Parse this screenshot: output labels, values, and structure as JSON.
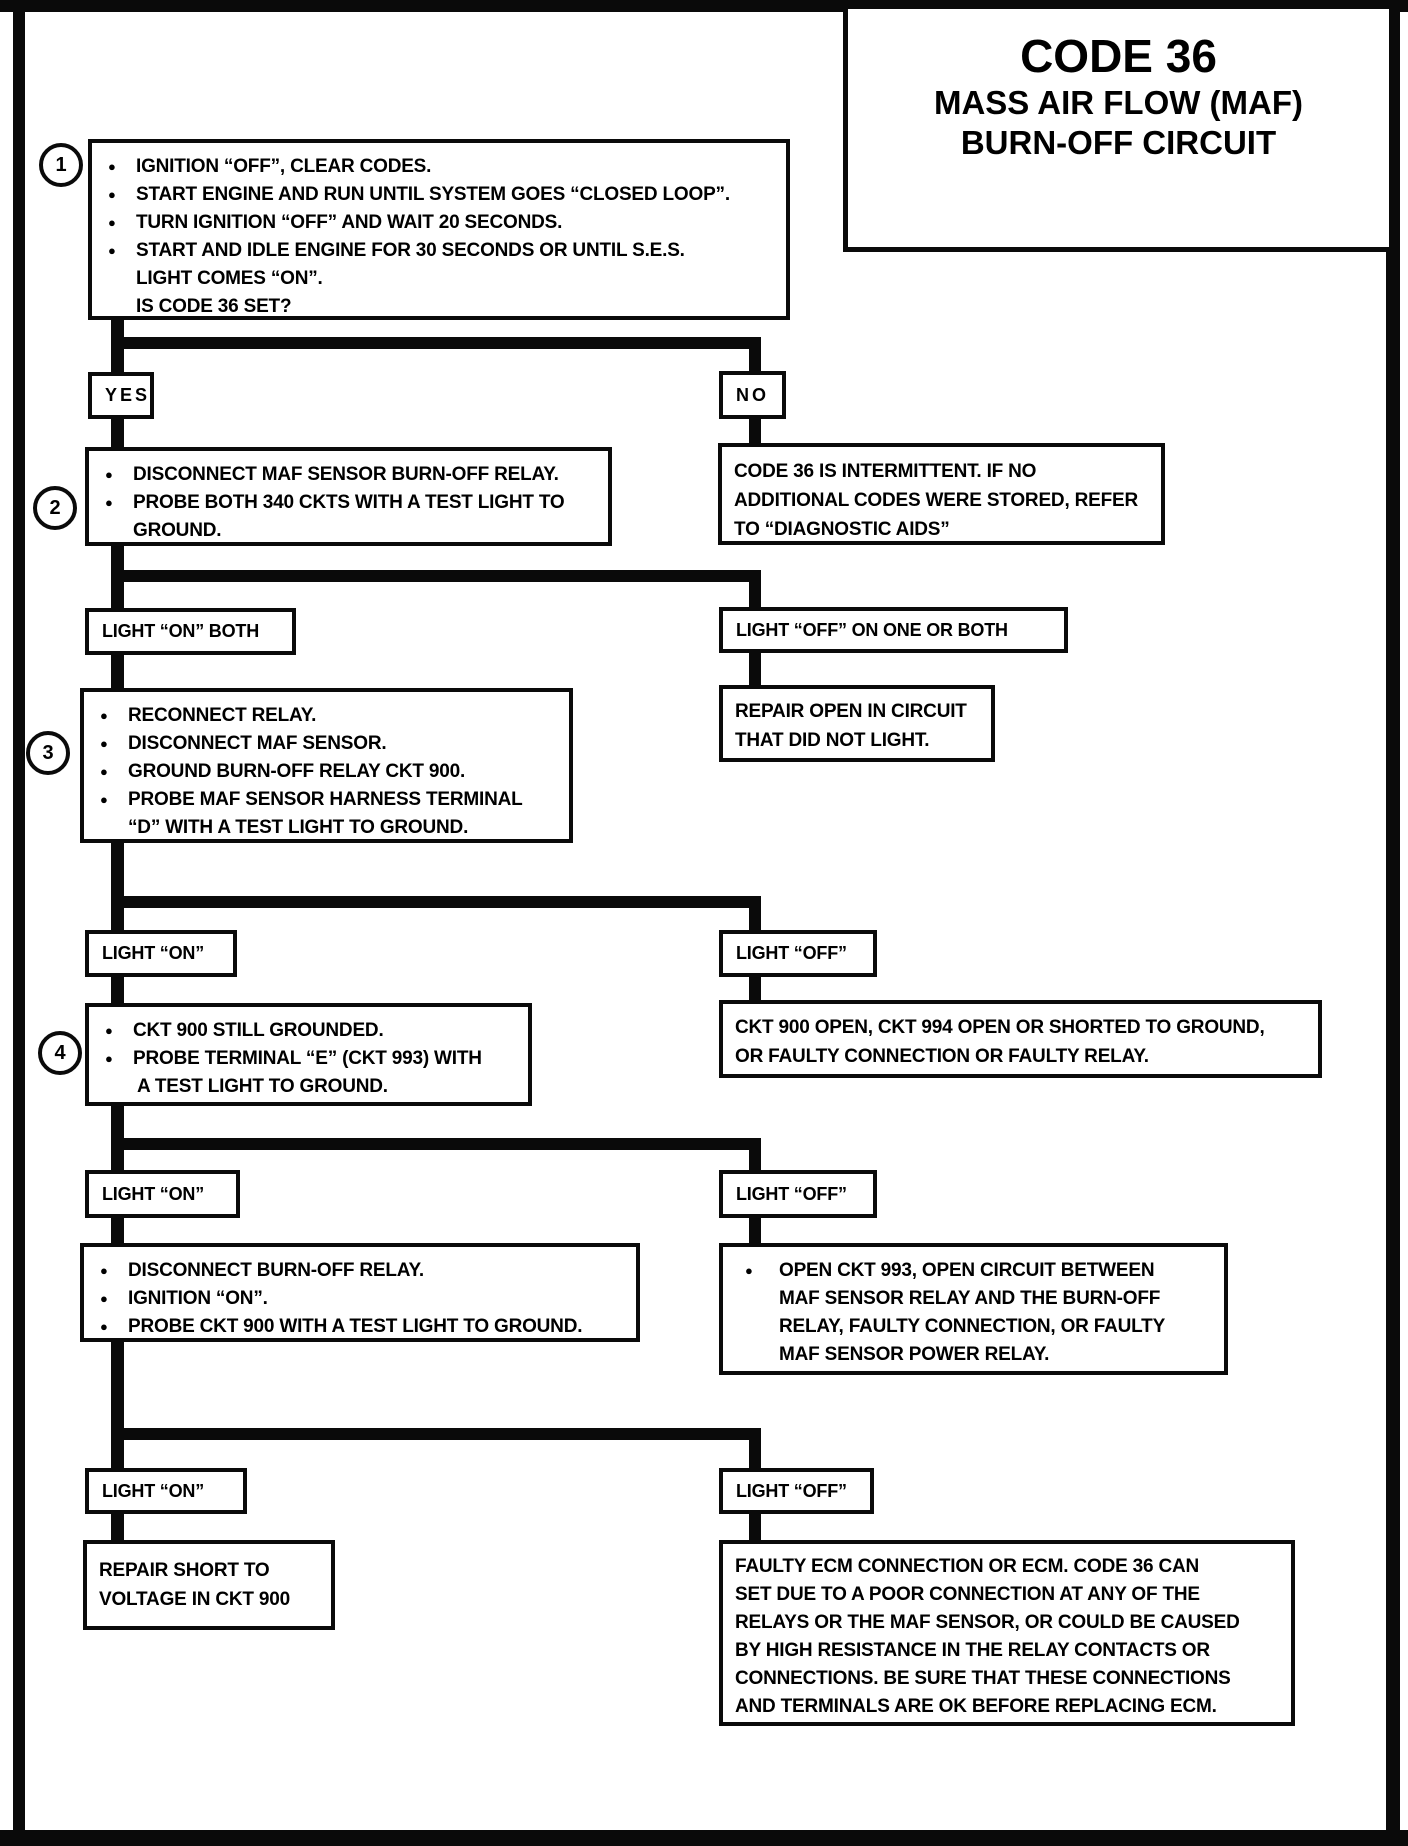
{
  "title": {
    "code": "CODE 36",
    "subtitle1": "MASS AIR FLOW (MAF)",
    "subtitle2": "BURN-OFF CIRCUIT"
  },
  "labels": {
    "yes": "YES",
    "no": "NO",
    "light_on_both": "LIGHT “ON” BOTH",
    "light_off_one_or_both": "LIGHT “OFF” ON ONE OR BOTH",
    "light_on": "LIGHT “ON”",
    "light_off": "LIGHT “OFF”"
  },
  "steps": {
    "s1": {
      "number": "1",
      "bullets": [
        "IGNITION “OFF”, CLEAR CODES.",
        "START ENGINE AND RUN UNTIL SYSTEM GOES “CLOSED LOOP”.",
        "TURN IGNITION “OFF”  AND WAIT 20 SECONDS.",
        "START AND IDLE ENGINE FOR 30 SECONDS OR UNTIL S.E.S."
      ],
      "cont": [
        "LIGHT COMES “ON”.",
        "IS CODE 36 SET?"
      ]
    },
    "s2": {
      "number": "2",
      "bullets": [
        "DISCONNECT MAF SENSOR BURN-OFF RELAY.",
        "PROBE BOTH 340 CKTS WITH A TEST LIGHT TO GROUND."
      ]
    },
    "s3": {
      "number": "3",
      "bullets": [
        "RECONNECT RELAY.",
        "DISCONNECT MAF SENSOR.",
        "GROUND BURN-OFF RELAY CKT 900.",
        "PROBE MAF SENSOR HARNESS TERMINAL"
      ],
      "cont": [
        "“D” WITH A TEST LIGHT TO GROUND."
      ]
    },
    "s4": {
      "number": "4",
      "bullets": [
        "CKT 900 STILL GROUNDED.",
        "PROBE TERMINAL “E” (CKT 993) WITH"
      ],
      "cont": [
        "A TEST LIGHT TO GROUND."
      ]
    },
    "s5": {
      "bullets": [
        "DISCONNECT BURN-OFF RELAY.",
        "IGNITION “ON”.",
        "PROBE CKT 900 WITH A TEST LIGHT TO GROUND."
      ]
    }
  },
  "results": {
    "intermittent": {
      "lines": [
        "CODE 36 IS INTERMITTENT.  IF NO",
        "ADDITIONAL CODES WERE STORED, REFER",
        "TO “DIAGNOSTIC AIDS”"
      ]
    },
    "repair_open": {
      "lines": [
        "REPAIR OPEN IN CIRCUIT",
        "THAT DID NOT LIGHT."
      ]
    },
    "ckt900_open": {
      "lines": [
        "CKT 900 OPEN, CKT 994 OPEN OR SHORTED TO GROUND,",
        "OR FAULTY CONNECTION OR FAULTY RELAY."
      ]
    },
    "open_ckt993": {
      "bullets": [
        "OPEN CKT 993, OPEN CIRCUIT BETWEEN"
      ],
      "cont": [
        "MAF SENSOR RELAY AND THE BURN-OFF",
        "RELAY, FAULTY CONNECTION, OR FAULTY",
        "MAF SENSOR POWER RELAY."
      ]
    },
    "repair_short": {
      "lines": [
        "REPAIR SHORT TO",
        "VOLTAGE IN CKT 900"
      ]
    },
    "faulty_ecm": {
      "lines": [
        "FAULTY ECM CONNECTION OR ECM.  CODE 36 CAN",
        "SET DUE TO A POOR CONNECTION AT ANY OF THE",
        "RELAYS OR THE MAF SENSOR, OR  COULD BE CAUSED",
        "BY HIGH RESISTANCE IN THE RELAY CONTACTS OR",
        "CONNECTIONS.  BE SURE THAT THESE CONNECTIONS",
        "AND TERMINALS ARE OK BEFORE REPLACING ECM."
      ]
    }
  }
}
